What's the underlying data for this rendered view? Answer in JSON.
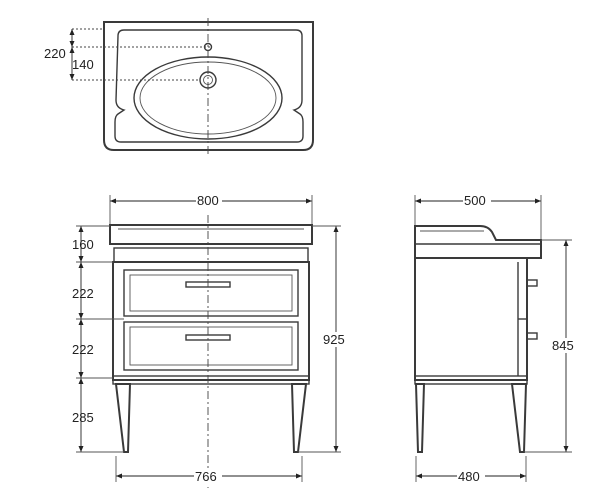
{
  "dimensions": {
    "top_offset_faucet": "220",
    "top_offset_drain": "140",
    "width_top": "800",
    "height_top_section": "160",
    "height_drawer_1": "222",
    "height_drawer_2": "222",
    "height_legs": "285",
    "height_total_front": "925",
    "width_base": "766",
    "depth_top": "500",
    "height_total_side": "845",
    "depth_base": "480"
  }
}
